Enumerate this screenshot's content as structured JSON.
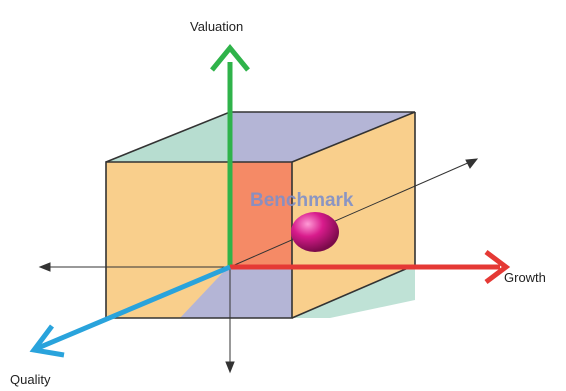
{
  "axes": {
    "valuation": {
      "label": "Valuation",
      "color": "#2fb34a"
    },
    "growth": {
      "label": "Growth",
      "color": "#e53935"
    },
    "quality": {
      "label": "Quality",
      "color": "#29a3dc"
    }
  },
  "benchmark": {
    "label": "Benchmark",
    "marker_color": "#c2187a"
  },
  "cube_colors": {
    "front": "#f9cf8c",
    "top": "#b7ddd0",
    "back": "#b4b5d6",
    "highlight": "#f58a66",
    "edge": "#333333"
  }
}
